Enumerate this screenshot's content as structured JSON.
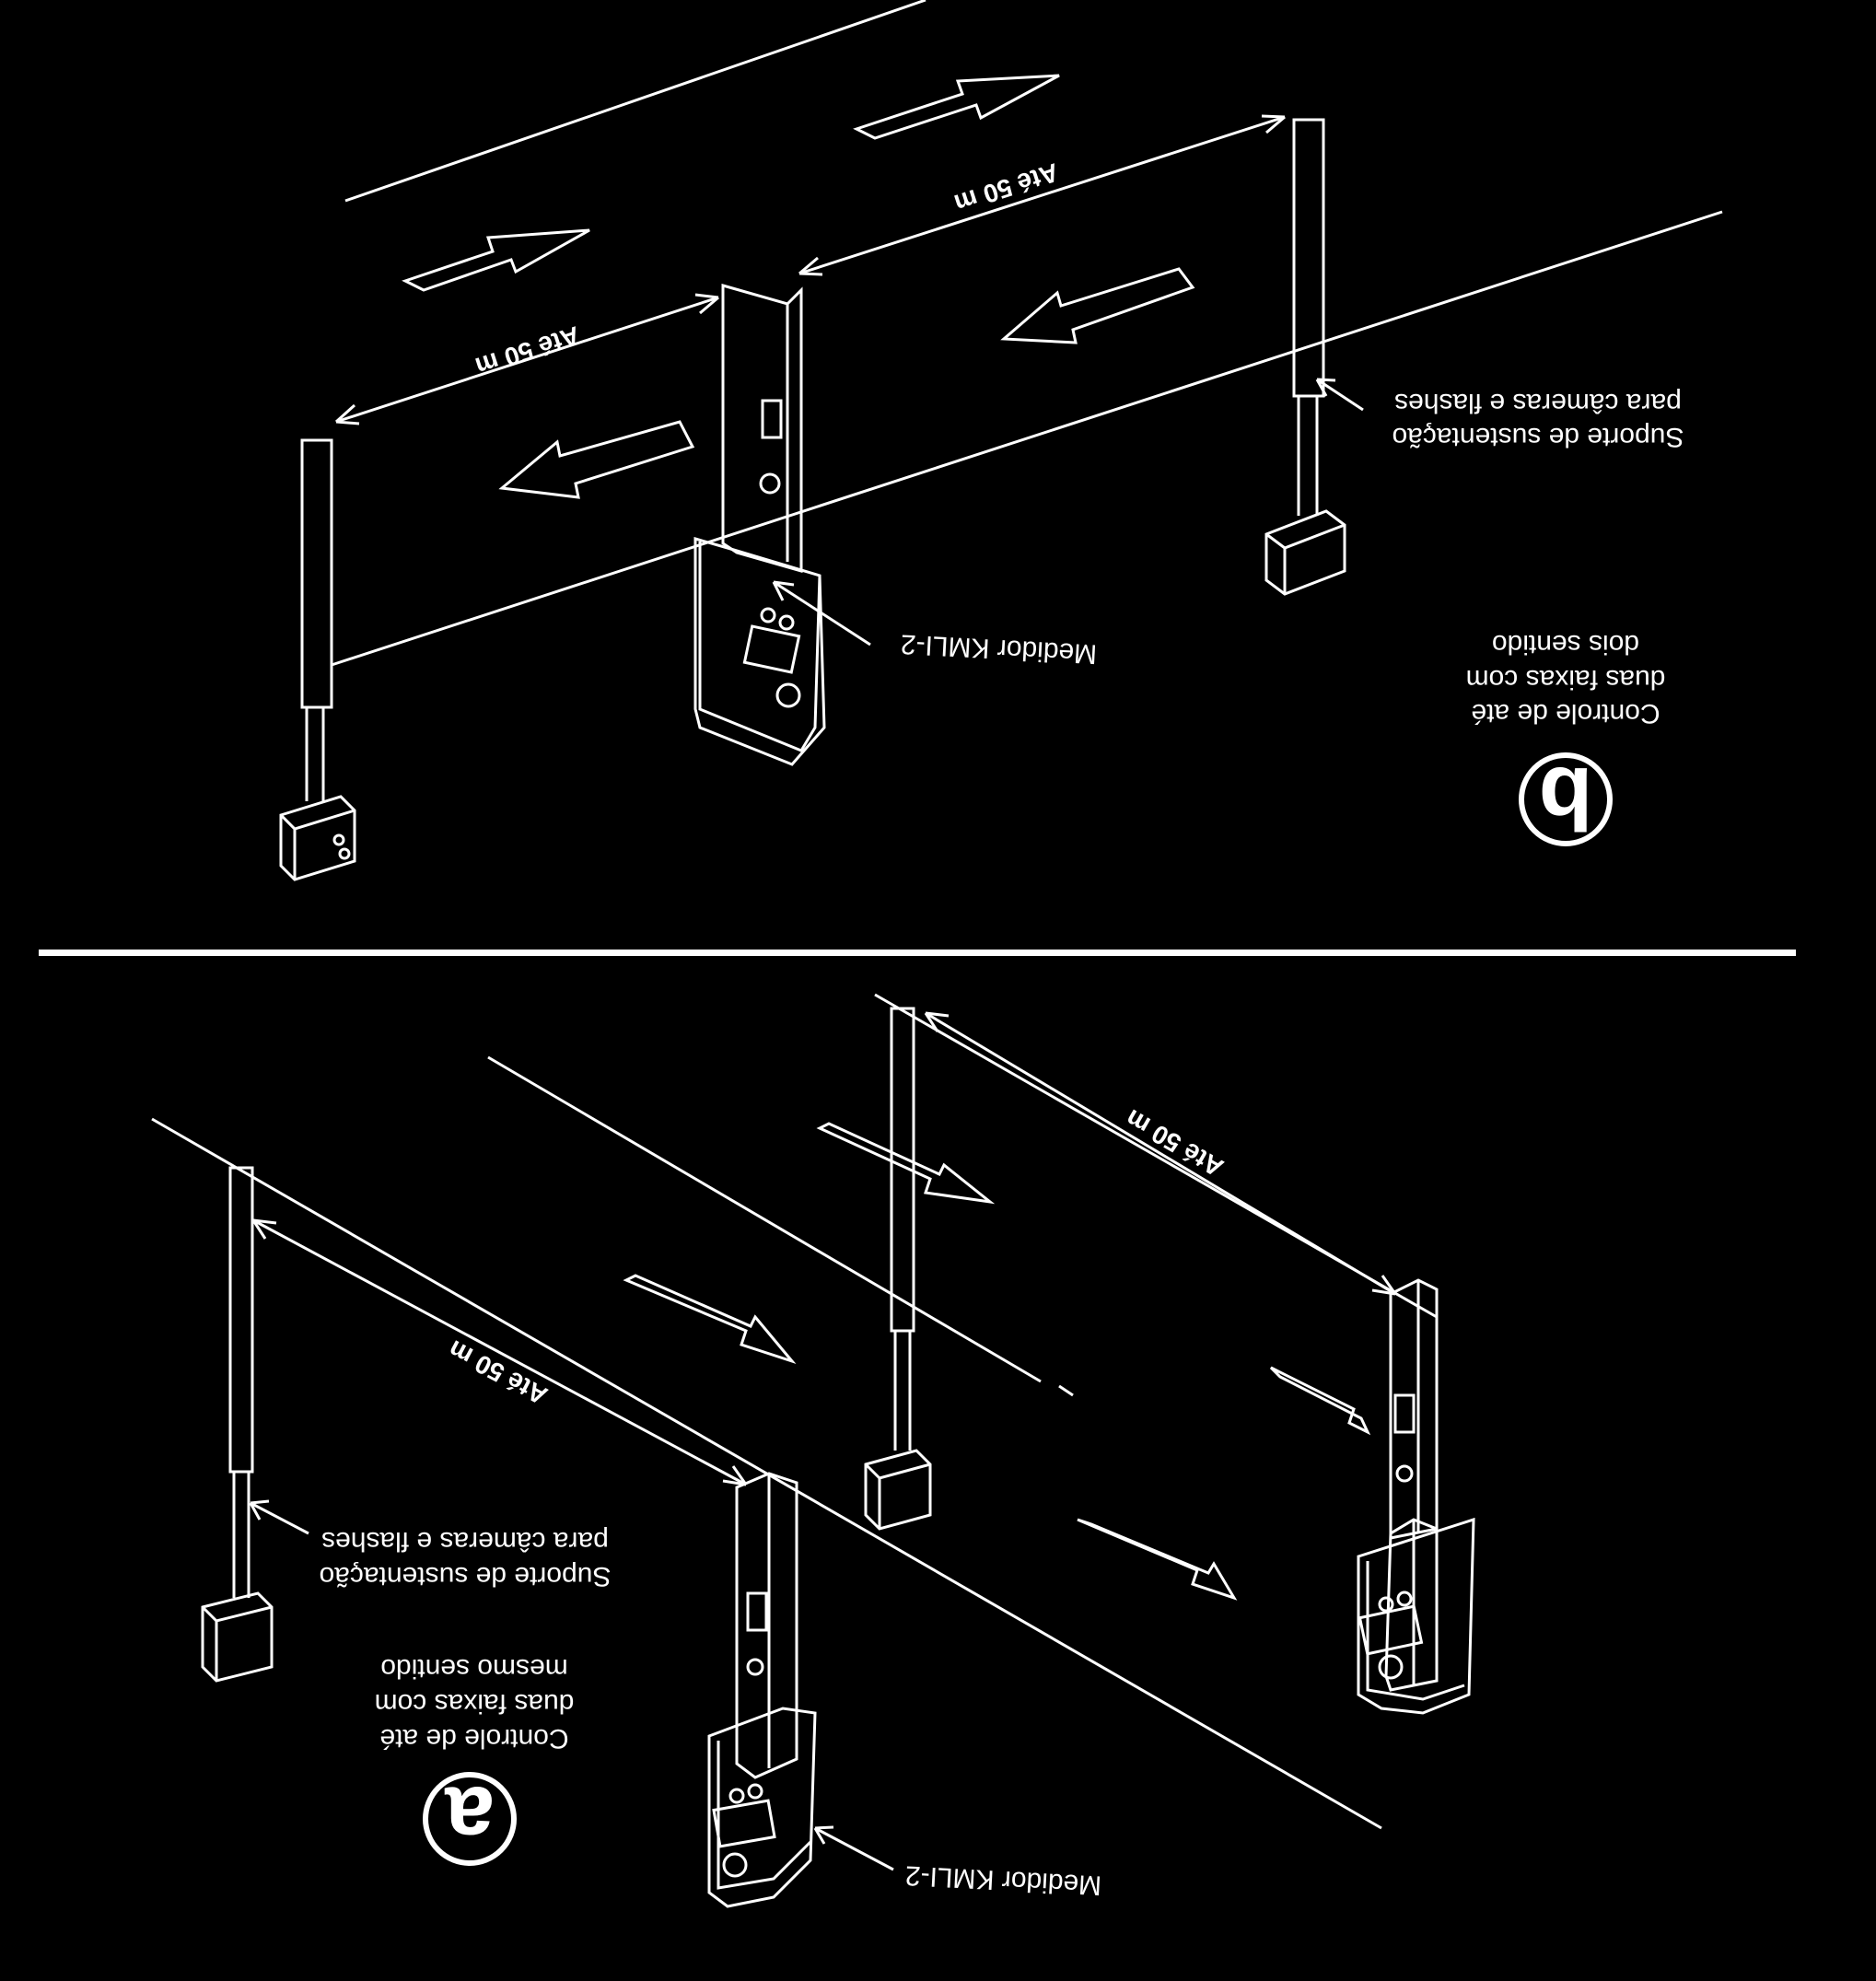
{
  "colors": {
    "background": "#000000",
    "ink": "#ffffff"
  },
  "panel_b": {
    "badge": "b",
    "caption": [
      "Controle de até",
      "duas faixas com",
      "dois sentido"
    ],
    "meter_label": "Medidor KMLI-2",
    "support_label": [
      "Suporte de sustentação",
      "para câmeras e flashes"
    ],
    "distance_left": "Até 50 m",
    "distance_right": "Até 50 m"
  },
  "panel_a": {
    "badge": "a",
    "caption": [
      "Controle de até",
      "duas faixas com",
      "mesmo sentido"
    ],
    "meter_label": "Medidor KMLI-2",
    "support_label": [
      "Suporte de sustentação",
      "para câmeras e flashes"
    ],
    "distance_left": "Até 50 m",
    "distance_right": "Até 50 m"
  }
}
